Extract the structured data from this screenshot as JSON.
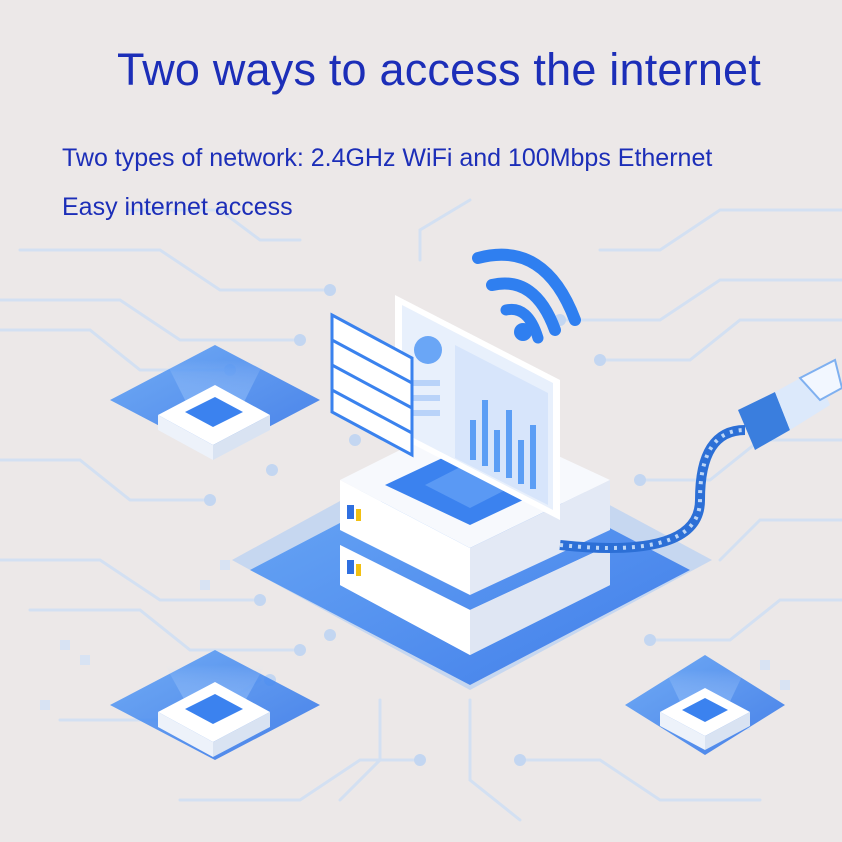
{
  "headline": "Two ways to access the internet",
  "features": [
    "Two types of network: 2.4GHz WiFi and 100Mbps Ethernet",
    "Easy internet access"
  ],
  "illustration": {
    "icons": [
      "wifi-icon",
      "ethernet-cable-icon",
      "server-icon",
      "monitor-dashboard-icon",
      "network-node-icon"
    ],
    "colors": {
      "primary_blue": "#2f7ff0",
      "light_blue": "#a9c9f7",
      "circuit_line": "#d6e2f3",
      "accent_yellow": "#f2c012"
    }
  }
}
